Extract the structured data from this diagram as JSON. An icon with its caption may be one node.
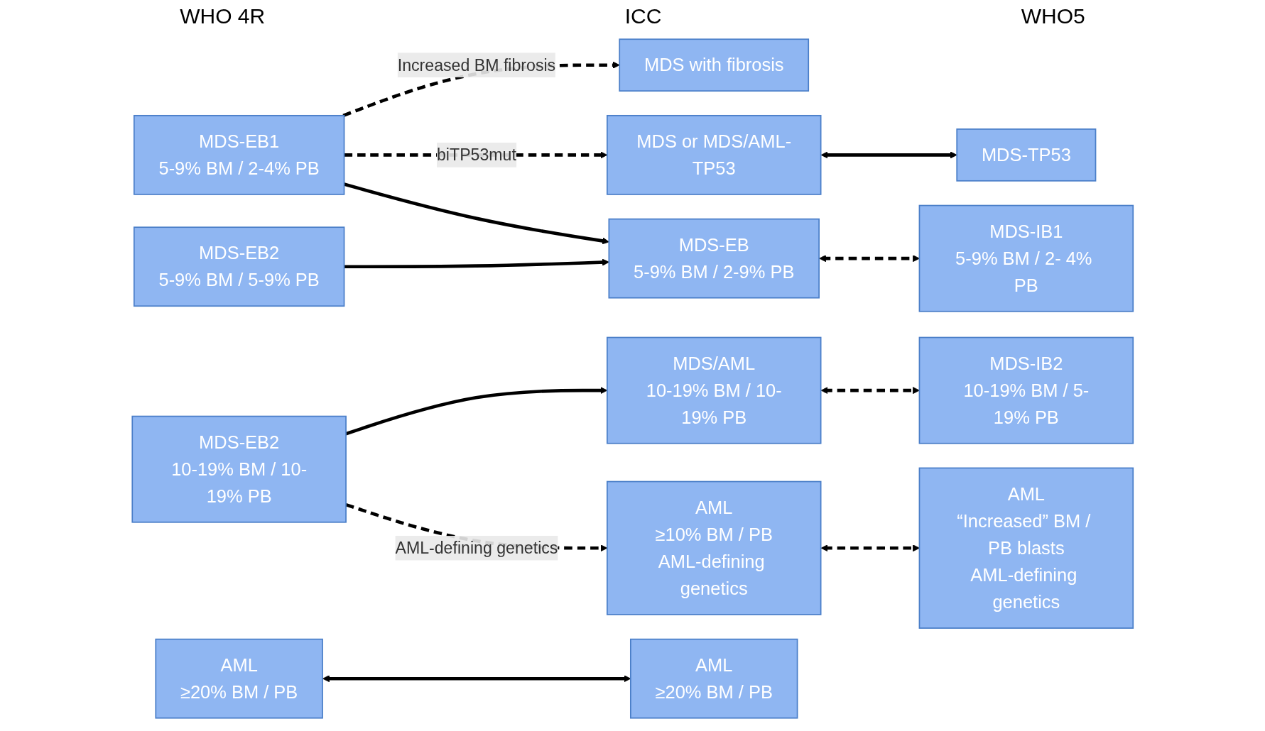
{
  "diagram": {
    "nodes": [
      {
        "text": [
          "MDS-EB1",
          "5-9% BM / 2-4% PB"
        ]
      },
      {
        "text": [
          "MDS-EB2",
          "5-9% BM / 5-9% PB"
        ]
      },
      {
        "text": [
          "MDS-EB2",
          "10-19% BM / 10-19% PB"
        ]
      },
      {
        "text": [
          "MDS with fibrosis"
        ]
      },
      {
        "text": [
          "MDS or MDS/AML-TP53"
        ]
      },
      {
        "text": [
          "MDS-TP53"
        ]
      },
      {
        "text": [
          "MDS-EB",
          "5-9% BM / 2-9% PB"
        ]
      },
      {
        "text": [
          "MDS-IB1",
          "5-9% BM / 2- 4% PB"
        ]
      },
      {
        "text": [
          "MDS-IB2",
          "10-19% BM / 5-19% PB"
        ]
      },
      {
        "text": [
          "MDS/AML",
          "10-19% BM / 10-19% PB"
        ]
      },
      {
        "text": [
          "AML",
          "≥20% BM / PB"
        ]
      },
      {
        "text": [
          "AML",
          "≥20% BM / PB"
        ]
      },
      {
        "text": [
          "AML",
          "≥10% BM / PB",
          "AML-defining genetics"
        ]
      },
      {
        "text": [
          "AML",
          "“Increased” BM / PB blasts",
          "AML-defining genetics"
        ]
      }
    ],
    "edges": [
      {
        "from": 0,
        "to": 3,
        "arrow": "to",
        "style": "dashed",
        "label": "Increased BM fibrosis"
      },
      {
        "from": 0,
        "to": 4,
        "arrow": "to",
        "style": "dashed",
        "label": "biTP53mut"
      },
      {
        "from": 0,
        "to": 6,
        "arrow": "to"
      },
      {
        "from": 1,
        "to": 6,
        "arrow": "to"
      },
      {
        "from": 2,
        "to": 9,
        "arrow": "to"
      },
      {
        "from": 2,
        "to": 12,
        "arrow": "to",
        "style": "dashed",
        "label": "AML-defining genetics"
      },
      {
        "from": 4,
        "to": 5,
        "arrow": "both"
      },
      {
        "from": 6,
        "to": 7,
        "arrow": "both",
        "style": "dashed"
      },
      {
        "from": 9,
        "to": 8,
        "arrow": "both",
        "style": "dashed"
      },
      {
        "from": 10,
        "to": 11,
        "arrow": "both"
      },
      {
        "from": 12,
        "to": 13,
        "arrow": "both",
        "style": "dashed"
      }
    ],
    "labels": [
      "WHO 4R",
      "ICC",
      "WHO5"
    ]
  }
}
